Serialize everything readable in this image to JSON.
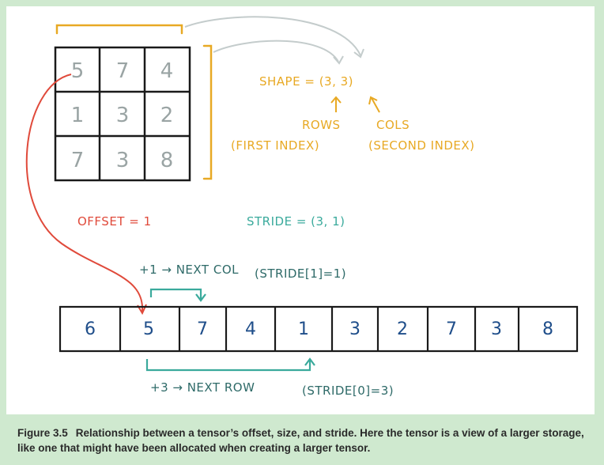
{
  "matrix": [
    [
      "5",
      "7",
      "4"
    ],
    [
      "1",
      "3",
      "2"
    ],
    [
      "7",
      "3",
      "8"
    ]
  ],
  "shape_label": "SHAPE = (3, 3)",
  "rows_label": "ROWS",
  "cols_label": "COLS",
  "first_index_label": "(FIRST INDEX)",
  "second_index_label": "(SECOND INDEX)",
  "offset_label": "OFFSET = 1",
  "stride_label": "STRIDE = (3, 1)",
  "next_col_label": "+1 → NEXT COL",
  "stride1_label": "(STRIDE[1]=1)",
  "next_row_label": "+3 → NEXT ROW",
  "stride0_label": "(STRIDE[0]=3)",
  "storage": [
    "6",
    "5",
    "7",
    "4",
    "1",
    "3",
    "2",
    "7",
    "3",
    "8"
  ],
  "caption": {
    "label": "Figure 3.5",
    "text": "Relationship between a tensor’s offset, size, and stride. Here the tensor is a view of a larger storage, like one that might have been allocated when creating a larger tensor."
  },
  "colors": {
    "yellow": "#e8a924",
    "red": "#e04a3b",
    "teal": "#3aaa9c",
    "navy": "#1f4e8a",
    "gray": "#9aa4a4",
    "frame": "#cfe9cf"
  }
}
